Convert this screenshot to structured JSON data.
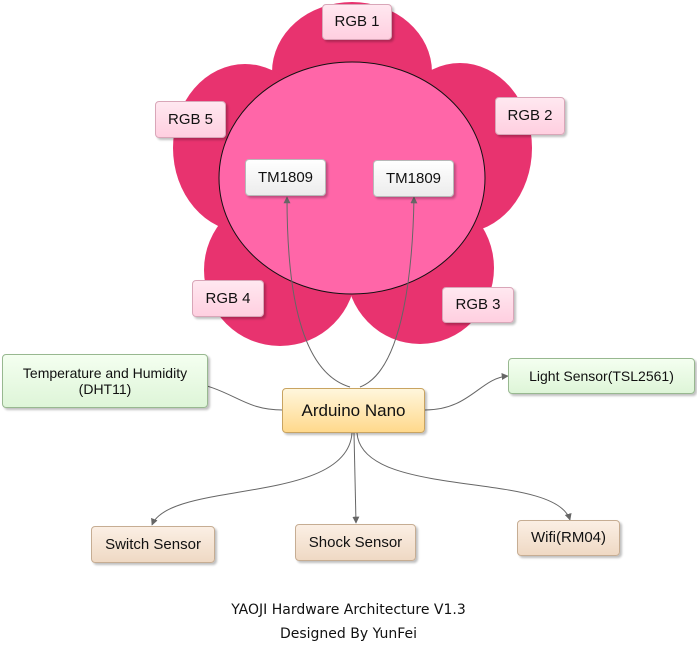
{
  "diagram": {
    "nodes": {
      "rgb1": "RGB 1",
      "rgb2": "RGB 2",
      "rgb3": "RGB 3",
      "rgb4": "RGB 4",
      "rgb5": "RGB 5",
      "tm_left": "TM1809",
      "tm_right": "TM1809",
      "controller": "Arduino Nano",
      "temp_sensor": "Temperature and Humidity\n(DHT11)",
      "light_sensor": "Light Sensor(TSL2561)",
      "switch_sensor": "Switch Sensor",
      "shock_sensor": "Shock Sensor",
      "wifi": "Wifi(RM04)"
    },
    "colors": {
      "petal": "#e8336f",
      "center": "#ff66a8",
      "rgb_box": "#ffd9e6",
      "controller_box": "#ffe5a8",
      "sensor_box": "#e6f8e0",
      "peripheral_box": "#f5e3d2",
      "connector": "#666666"
    }
  },
  "footer": {
    "title": "YAOJI Hardware Architecture V1.3",
    "author": "Designed By YunFei"
  }
}
